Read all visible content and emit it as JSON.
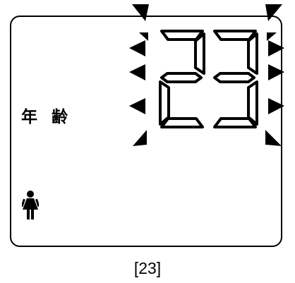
{
  "display": {
    "mode_label": "年 齢",
    "value": "23",
    "blinking": true,
    "user_icon": "female-user-icon",
    "indicator_icon": "triangle-arrow-icon"
  },
  "caption": "[23]"
}
